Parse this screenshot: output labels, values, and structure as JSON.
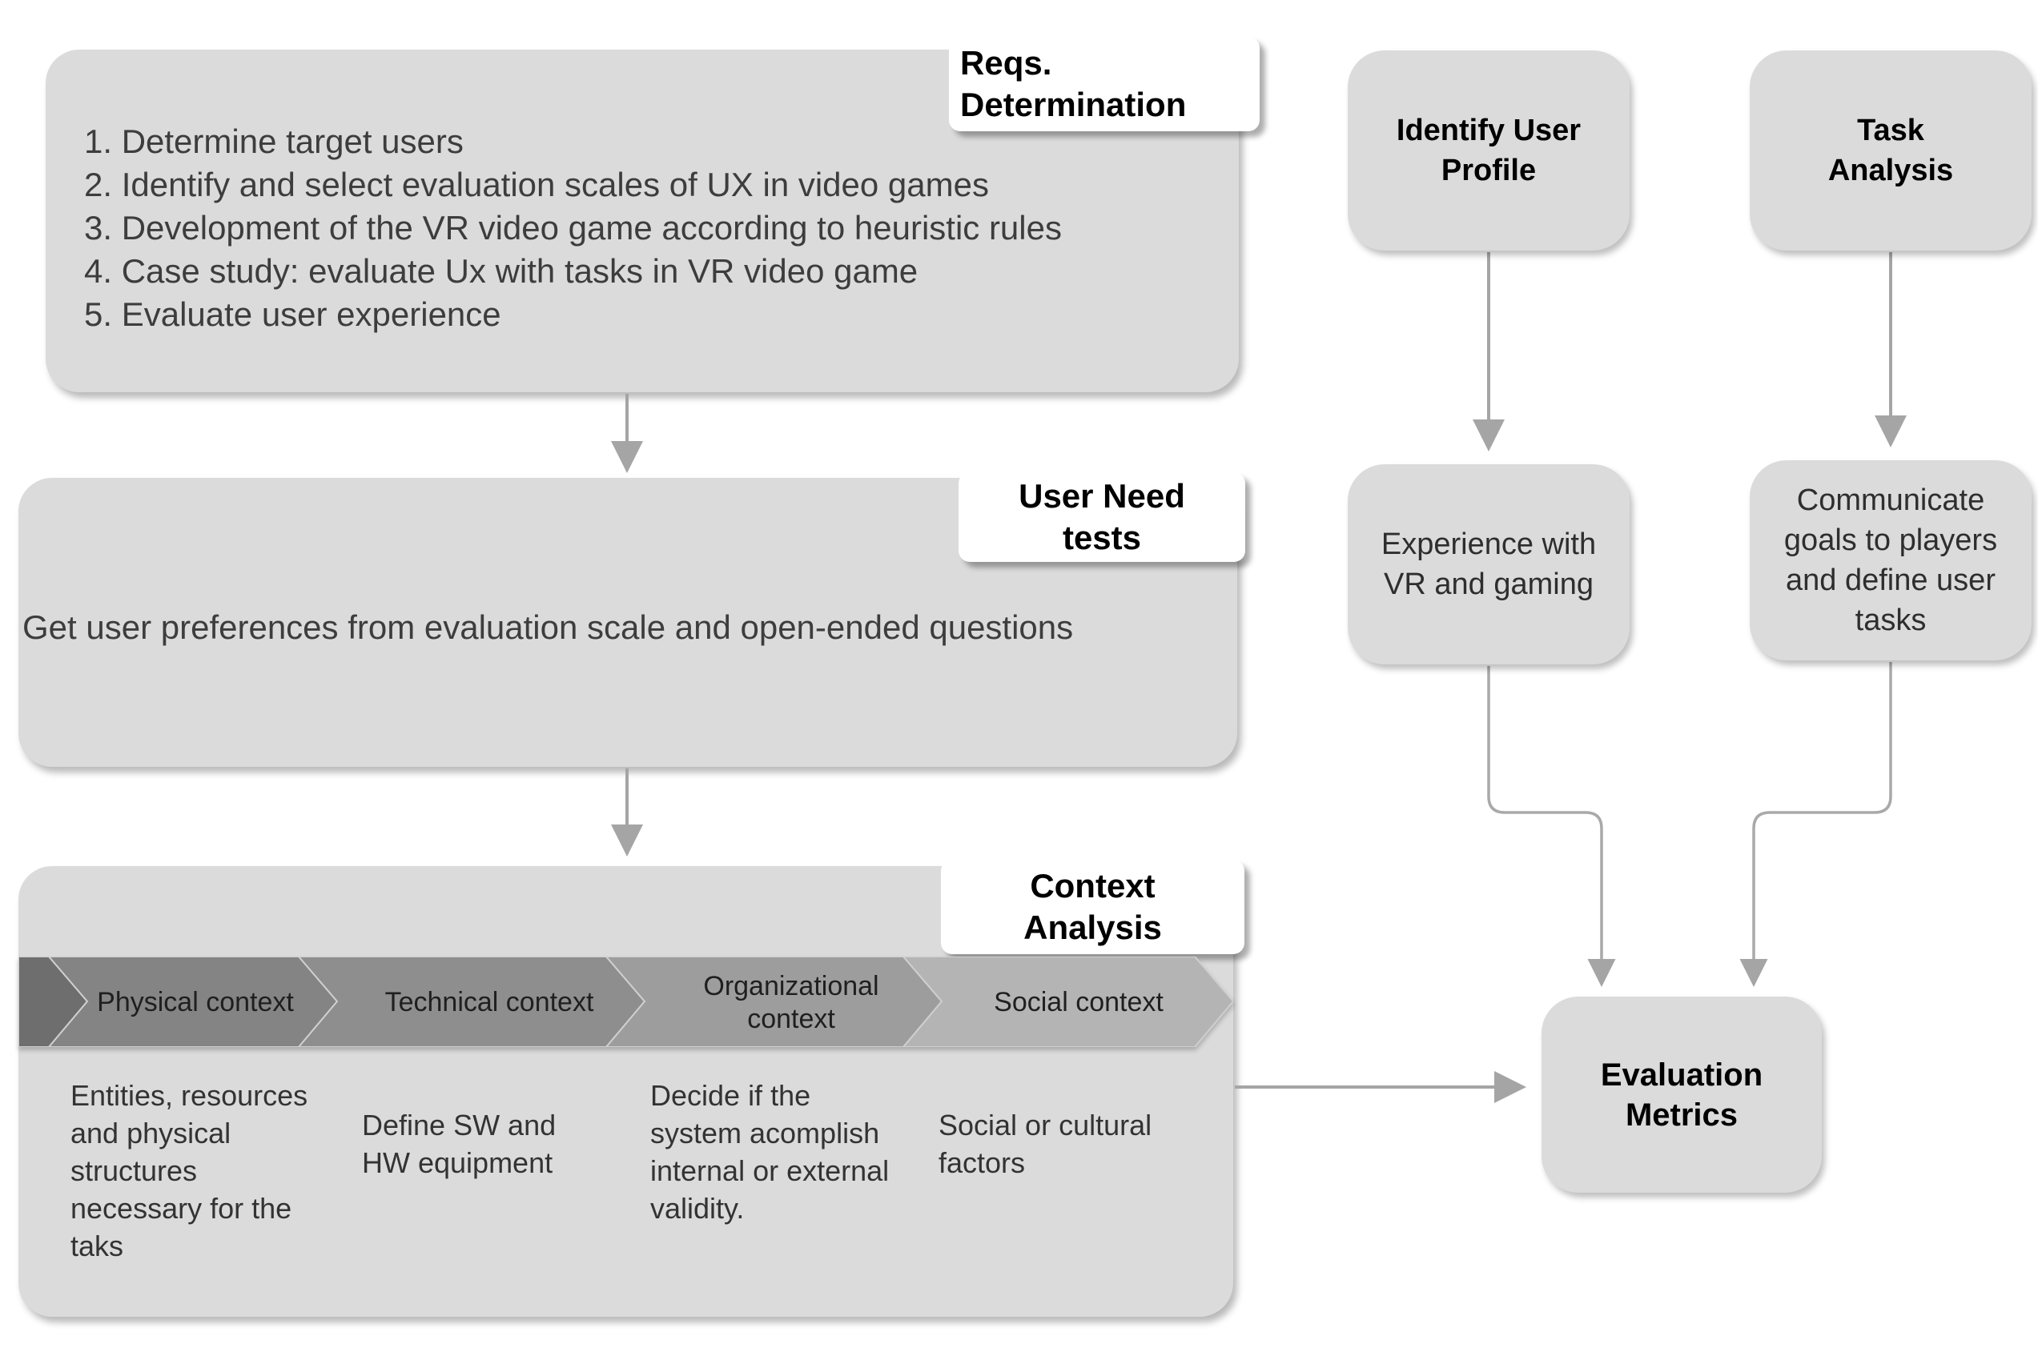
{
  "colors": {
    "background": "#ffffff",
    "box_fill": "#dbdbdb",
    "label_fill": "#ffffff",
    "arrow": "#a5a5a5",
    "body_text": "#3d3d3d",
    "title_text": "#000000",
    "chevrons": [
      "#6e6e6e",
      "#848484",
      "#8e8e8e",
      "#9d9d9d",
      "#b4b4b4"
    ]
  },
  "reqs": {
    "label": "Reqs.\nDetermination",
    "items": [
      "1. Determine target users",
      "2. Identify and select evaluation scales of UX in video games",
      "3. Development of the VR video game according to heuristic rules",
      "4. Case study: evaluate Ux with tasks in VR video game",
      "5. Evaluate user experience"
    ]
  },
  "user_need": {
    "label": "User Need\ntests",
    "body": "Get user preferences from evaluation scale and open-ended questions"
  },
  "context": {
    "label": "Context\nAnalysis",
    "chevrons": [
      {
        "label": "Physical context"
      },
      {
        "label": "Technical context"
      },
      {
        "label": "Organizational\ncontext"
      },
      {
        "label": "Social context"
      }
    ],
    "columns": [
      "Entities, resources and physical structures necessary for the taks",
      "Define SW and HW equipment",
      "Decide if the system acomplish internal or external validity.",
      "Social or cultural factors"
    ]
  },
  "right_flow": {
    "identify_user_profile": "Identify User\nProfile",
    "task_analysis": "Task\nAnalysis",
    "experience": "Experience with\nVR and gaming",
    "communicate": "Communicate\ngoals to players\nand define user\ntasks",
    "evaluation_metrics": "Evaluation\nMetrics"
  }
}
